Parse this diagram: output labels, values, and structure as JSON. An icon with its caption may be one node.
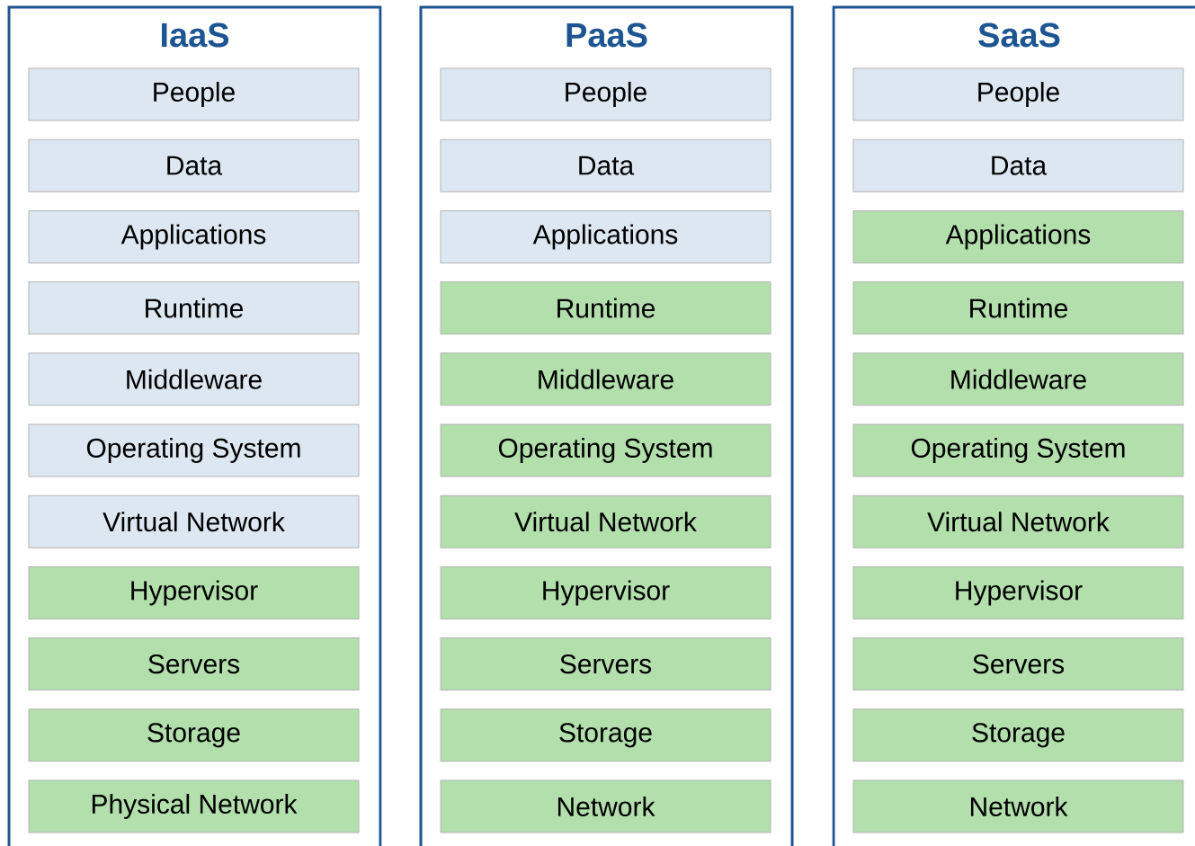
{
  "diagram": {
    "nodes": [
      {
        "text": [
          "IaaS"
        ]
      },
      {
        "text": [
          "People"
        ],
        "in": 0
      },
      {
        "text": [
          "Data"
        ],
        "in": 0
      },
      {
        "text": [
          "Applications"
        ],
        "in": 0
      },
      {
        "text": [
          "Runtime"
        ],
        "in": 0
      },
      {
        "text": [
          "Middleware"
        ],
        "in": 0
      },
      {
        "text": [
          "Operating System"
        ],
        "in": 0
      },
      {
        "text": [
          "Virtual Network"
        ],
        "in": 0
      },
      {
        "text": [
          "Hypervisor"
        ],
        "in": 0
      },
      {
        "text": [
          "Servers"
        ],
        "in": 0
      },
      {
        "text": [
          "Storage"
        ],
        "in": 0
      },
      {
        "text": [
          "Physical Network"
        ],
        "in": 0
      },
      {
        "text": [
          "PaaS"
        ]
      },
      {
        "text": [
          "People"
        ],
        "in": 12
      },
      {
        "text": [
          "Data"
        ],
        "in": 12
      },
      {
        "text": [
          "Applications"
        ],
        "in": 12
      },
      {
        "text": [
          "Runtime"
        ],
        "in": 12
      },
      {
        "text": [
          "Middleware"
        ],
        "in": 12
      },
      {
        "text": [
          "Operating System"
        ],
        "in": 12
      },
      {
        "text": [
          "Virtual Network"
        ],
        "in": 12
      },
      {
        "text": [
          "Hypervisor"
        ],
        "in": 12
      },
      {
        "text": [
          "Servers"
        ],
        "in": 12
      },
      {
        "text": [
          "Storage"
        ],
        "in": 12
      },
      {
        "text": [
          "Network"
        ],
        "in": 12
      },
      {
        "text": [
          "SaaS"
        ]
      },
      {
        "text": [
          "People"
        ],
        "in": 24
      },
      {
        "text": [
          "Data"
        ],
        "in": 24
      },
      {
        "text": [
          "Applications"
        ],
        "in": 24
      },
      {
        "text": [
          "Runtime"
        ],
        "in": 24
      },
      {
        "text": [
          "Middleware"
        ],
        "in": 24
      },
      {
        "text": [
          "Operating System"
        ],
        "in": 24
      },
      {
        "text": [
          "Virtual Network"
        ],
        "in": 24
      },
      {
        "text": [
          "Hypervisor"
        ],
        "in": 24
      },
      {
        "text": [
          "Servers"
        ],
        "in": 24
      },
      {
        "text": [
          "Storage"
        ],
        "in": 24
      },
      {
        "text": [
          "Network"
        ],
        "in": 24
      }
    ]
  }
}
